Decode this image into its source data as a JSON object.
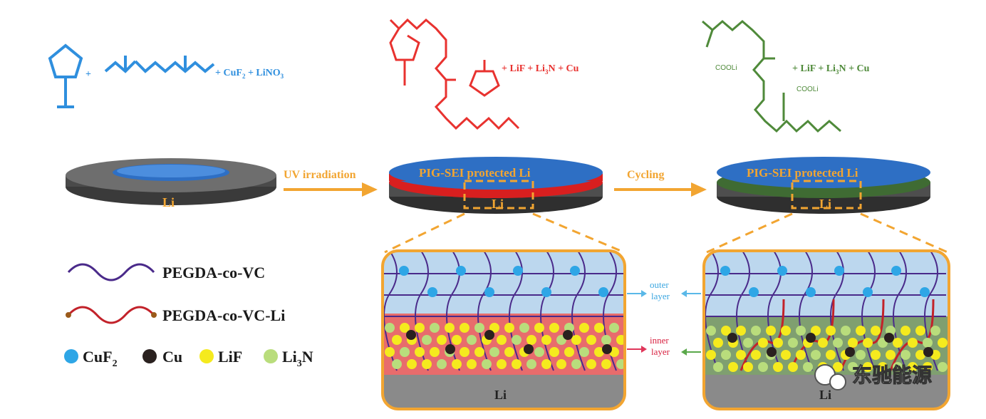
{
  "top_formulas": {
    "left_reagents": "+ CuF",
    "left_reagents_sub": "2",
    "left_reagents_tail": " + LiNO",
    "left_reagents_tail_sub": "3",
    "middle_products": "+ LiF + Li",
    "middle_products_sub": "3",
    "middle_products_tail": "N + Cu",
    "right_products": "+ LiF + Li",
    "right_products_sub": "3",
    "right_products_tail": "N + Cu",
    "cooli_label": "COOLi",
    "plus": "+"
  },
  "disks": {
    "left_label": "Li",
    "middle_top_label": "PIG-SEI protected Li",
    "middle_bottom_label": "Li",
    "right_top_label": "PIG-SEI protected Li",
    "right_bottom_label": "Li"
  },
  "arrows": {
    "first_label": "UV irradiation",
    "second_label": "Cycling"
  },
  "legend": {
    "polymer_label": "PEGDA-co-VC",
    "li_polymer_label": "PEGDA-co-VC-Li",
    "cuf2_label": "CuF",
    "cuf2_sub": "2",
    "cu_label": "Cu",
    "lif_label": "LiF",
    "li3n_label": "Li",
    "li3n_sub": "3",
    "li3n_tail": "N"
  },
  "layers": {
    "outer_line1": "outer",
    "outer_line2": "layer",
    "inner_line1": "inner",
    "inner_line2": "layer",
    "left_panel_li": "Li",
    "right_panel_li": "Li"
  },
  "watermark": {
    "text": "东驰能源"
  },
  "colors": {
    "blue_chem": "#2f8fde",
    "red_chem": "#e8322f",
    "green_chem": "#4f8a3a",
    "orange": "#f2a531",
    "disk_blue": "#2e6fc4",
    "li_gray": "#6e6e6e",
    "cuf2": "#2ea6e6",
    "cu": "#2a211f",
    "lif": "#f5ea1e",
    "li3n": "#b9dd7c",
    "polymer": "#4a2a8a",
    "li_polymer": "#c2222a"
  }
}
